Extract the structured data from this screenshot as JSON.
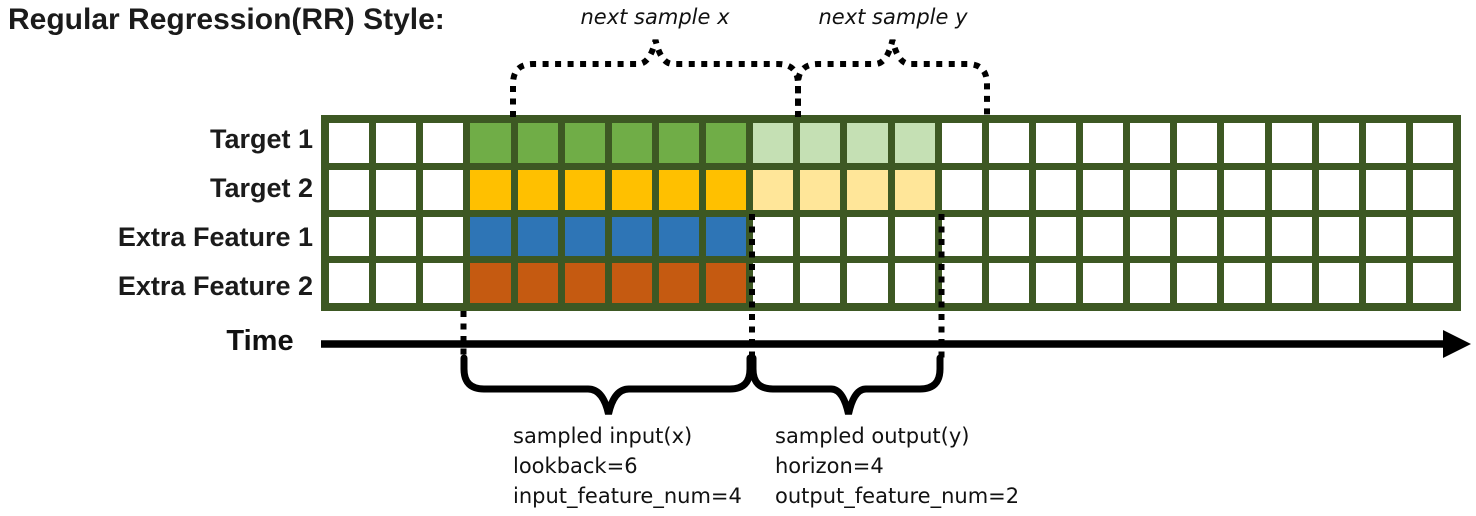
{
  "title": "Regular Regression(RR) Style:",
  "top_braces": {
    "next_x_label": "next sample x",
    "next_y_label": "next sample y"
  },
  "time_axis": {
    "label": "Time"
  },
  "grid": {
    "columns": 24,
    "border_color": "#3D5823",
    "input_cols": {
      "start": 3,
      "end": 9
    },
    "output_cols": {
      "start": 9,
      "end": 13
    },
    "rows": [
      {
        "label": "Target 1",
        "solid_color": "#70AD47",
        "light_color": "#C5E0B4"
      },
      {
        "label": "Target 2",
        "solid_color": "#FFC000",
        "light_color": "#FFE699"
      },
      {
        "label": "Extra Feature 1",
        "solid_color": "#2E75B6",
        "light_color": null
      },
      {
        "label": "Extra Feature 2",
        "solid_color": "#C55A11",
        "light_color": null
      }
    ]
  },
  "annotations": {
    "input": {
      "line1": "sampled input(x)",
      "line2": "lookback=6",
      "line3": "input_feature_num=4"
    },
    "output": {
      "line1": "sampled output(y)",
      "line2": "horizon=4",
      "line3": "output_feature_num=2"
    }
  }
}
